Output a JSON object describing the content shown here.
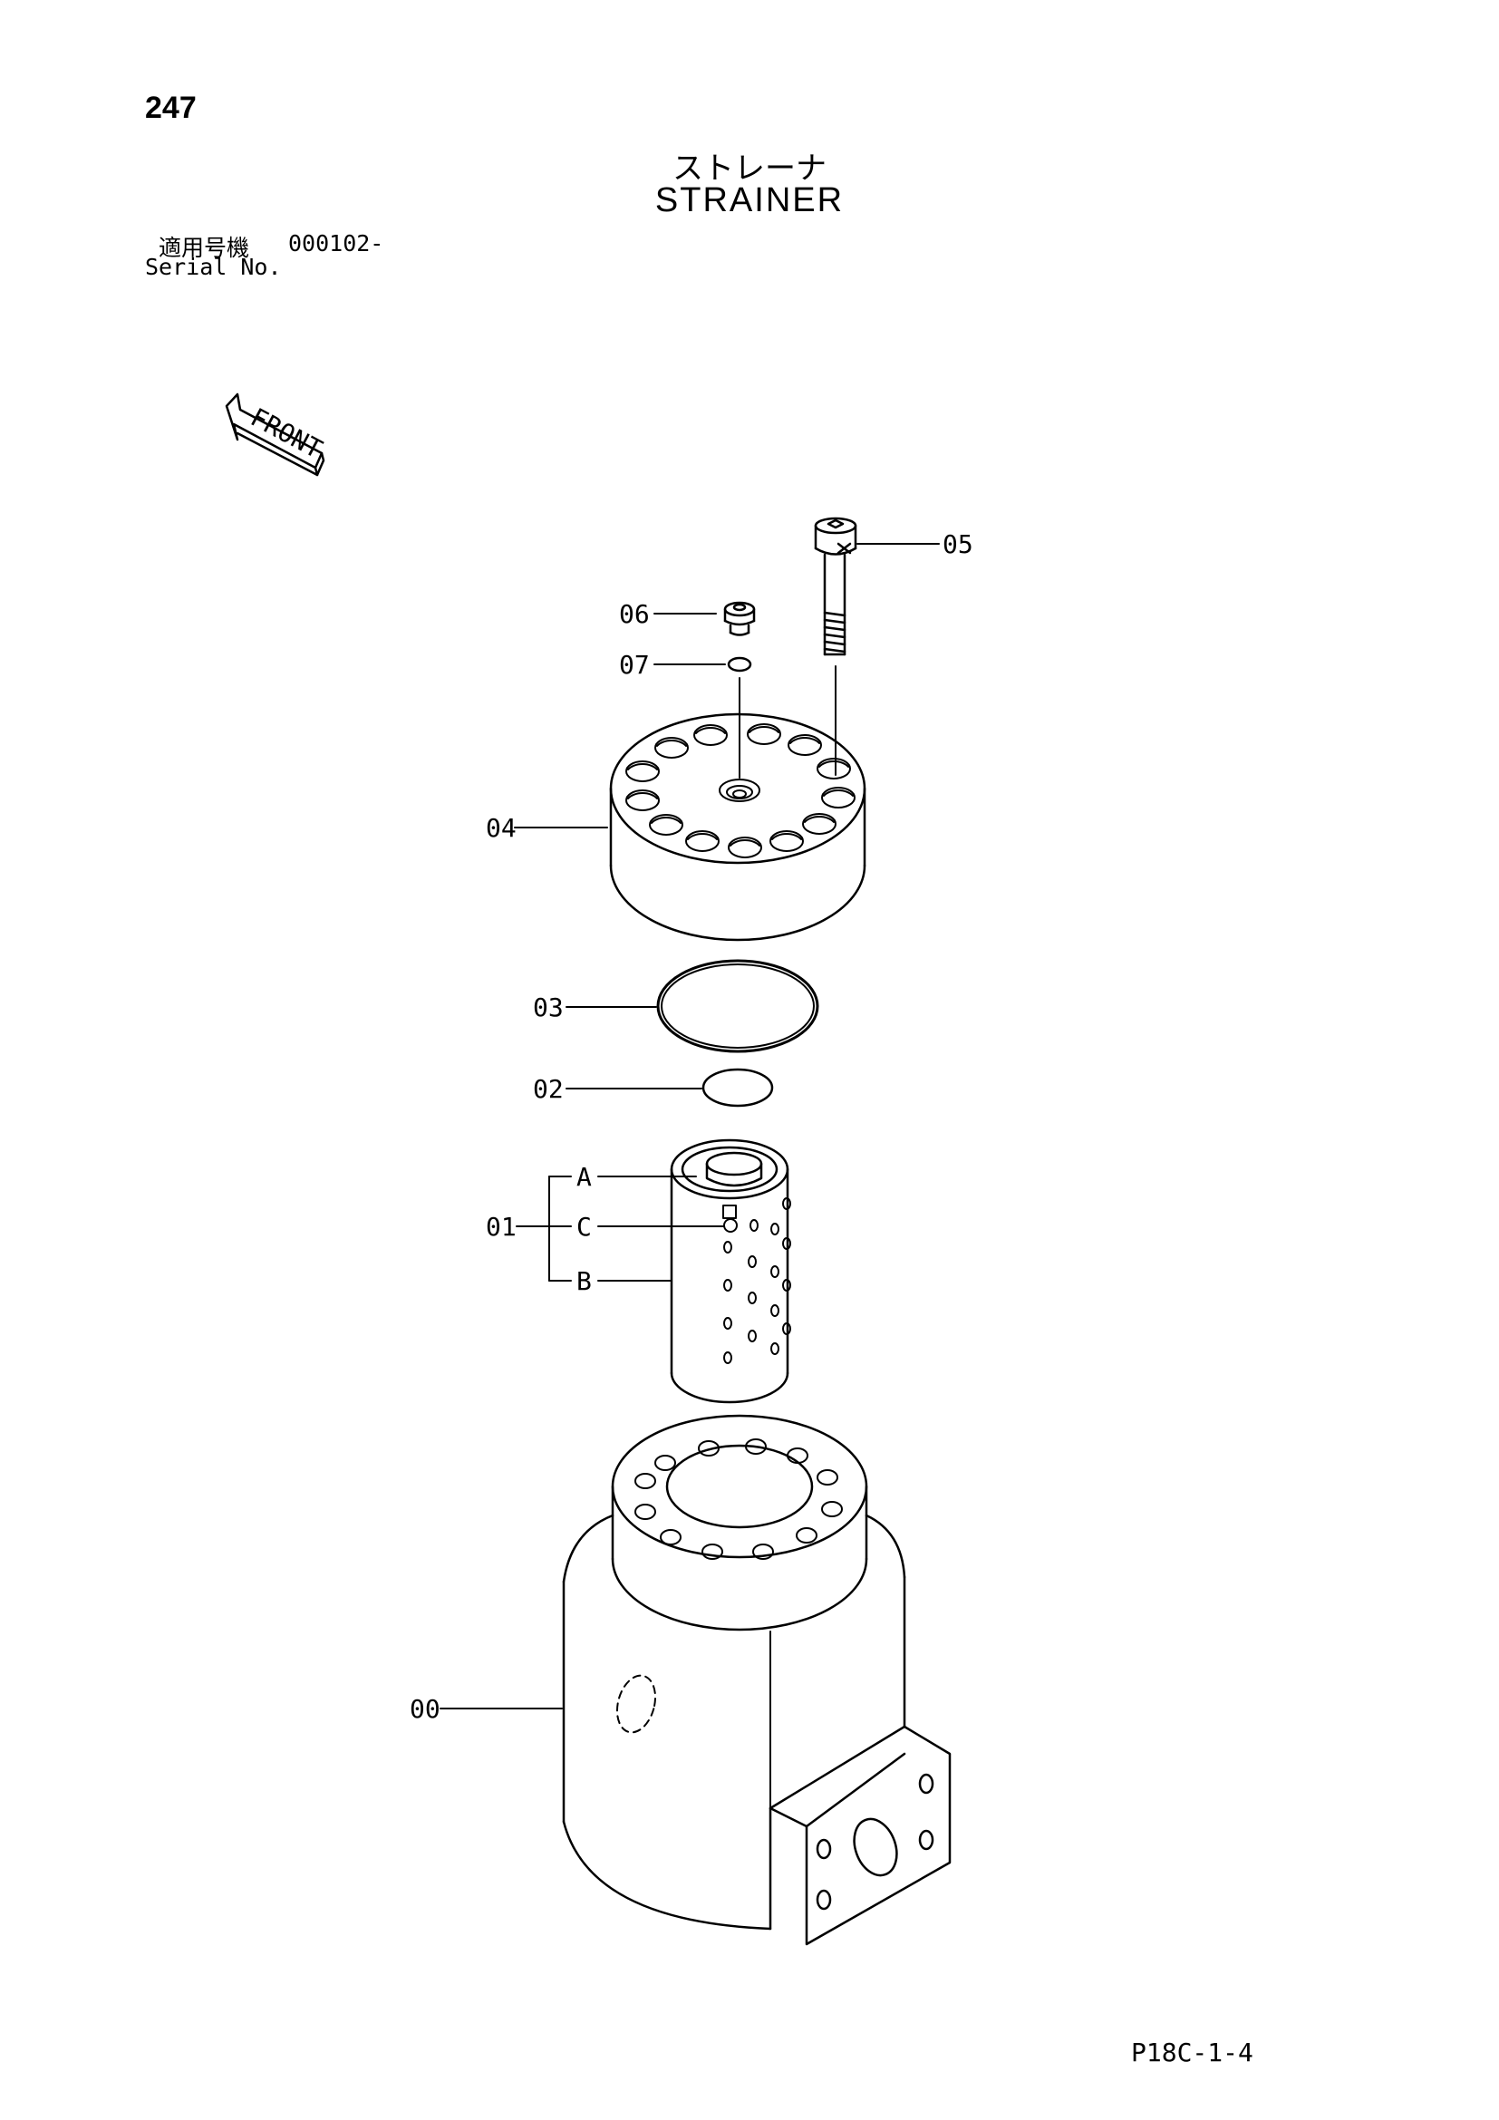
{
  "header": {
    "page_number": "247",
    "title_jp": "ストレーナ",
    "title_en": "STRAINER",
    "serial_label_jp": "適用号機",
    "serial_value": "000102-",
    "serial_label_en": "Serial No."
  },
  "front_indicator": {
    "label": "FRONT",
    "icon": "front-arrow-icon"
  },
  "callouts": {
    "c00": "00",
    "c01": "01",
    "c02": "02",
    "c03": "03",
    "c04": "04",
    "c05": "05",
    "c06": "06",
    "c07": "07",
    "sub_a": "A",
    "sub_b": "B",
    "sub_c": "C"
  },
  "footer": {
    "doc_ref": "P18C-1-4"
  }
}
